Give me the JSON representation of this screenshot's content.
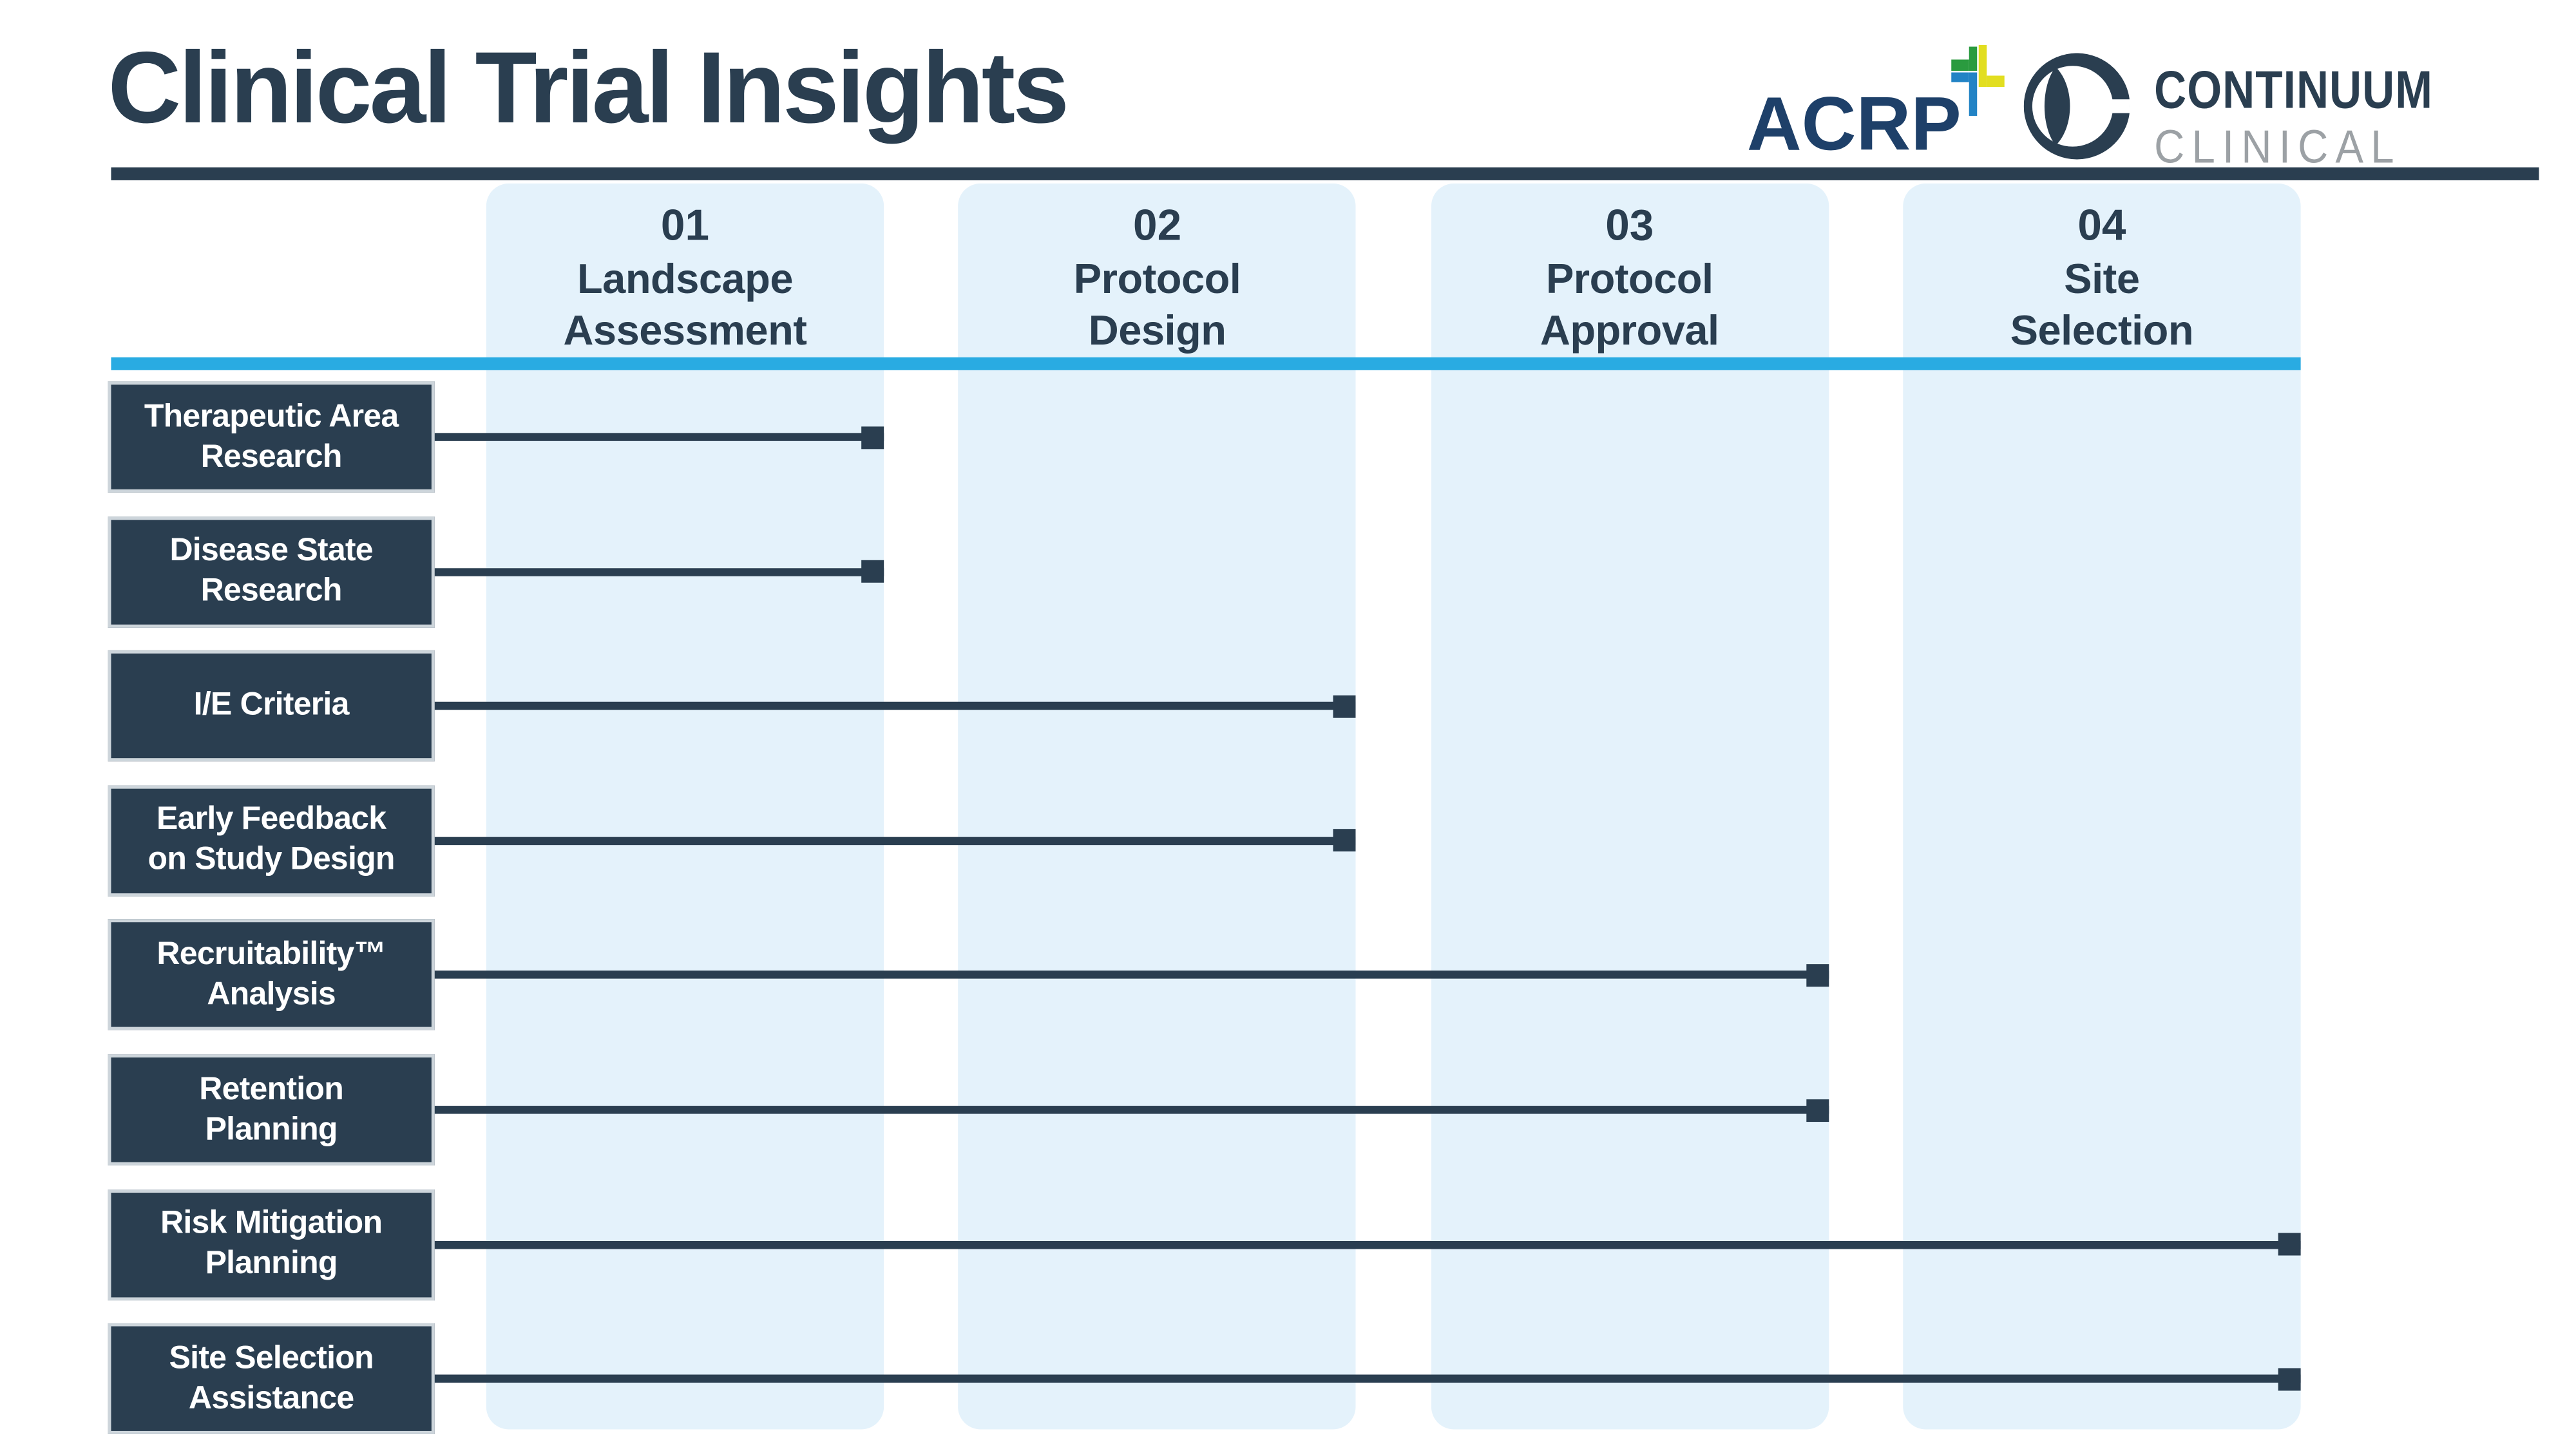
{
  "page": {
    "title": "Clinical Trial Insights"
  },
  "logos": {
    "acrp": {
      "name": "ACRP"
    },
    "continuum": {
      "line1": "CONTINUUM",
      "line2": "CLINICAL"
    }
  },
  "phases": [
    {
      "number": "01",
      "name_lines": [
        "Landscape",
        "Assessment"
      ]
    },
    {
      "number": "02",
      "name_lines": [
        "Protocol",
        "Design"
      ]
    },
    {
      "number": "03",
      "name_lines": [
        "Protocol",
        "Approval"
      ]
    },
    {
      "number": "04",
      "name_lines": [
        "Site",
        "Selection"
      ]
    }
  ],
  "services": [
    {
      "label_lines": [
        "Therapeutic Area",
        "Research"
      ],
      "ends_at_phase": 1
    },
    {
      "label_lines": [
        "Disease State",
        "Research"
      ],
      "ends_at_phase": 1
    },
    {
      "label_lines": [
        "I/E Criteria"
      ],
      "ends_at_phase": 2
    },
    {
      "label_lines": [
        "Early Feedback",
        "on Study Design"
      ],
      "ends_at_phase": 2
    },
    {
      "label_lines": [
        "Recruitability™",
        "Analysis"
      ],
      "ends_at_phase": 3
    },
    {
      "label_lines": [
        "Retention",
        "Planning"
      ],
      "ends_at_phase": 3
    },
    {
      "label_lines": [
        "Risk Mitigation",
        "Planning"
      ],
      "ends_at_phase": 4
    },
    {
      "label_lines": [
        "Site Selection",
        "Assistance"
      ],
      "ends_at_phase": 4
    }
  ],
  "colors": {
    "navy": "#2A3E50",
    "column_blue": "#E4F2FB",
    "accent_cyan": "#29ABE2",
    "acrp_navy": "#1E4069",
    "acrp_green": "#2A9B3F",
    "acrp_yellow": "#E2DE20",
    "acrp_blue": "#2283C5",
    "clinical_gray": "#9CA1A5"
  }
}
